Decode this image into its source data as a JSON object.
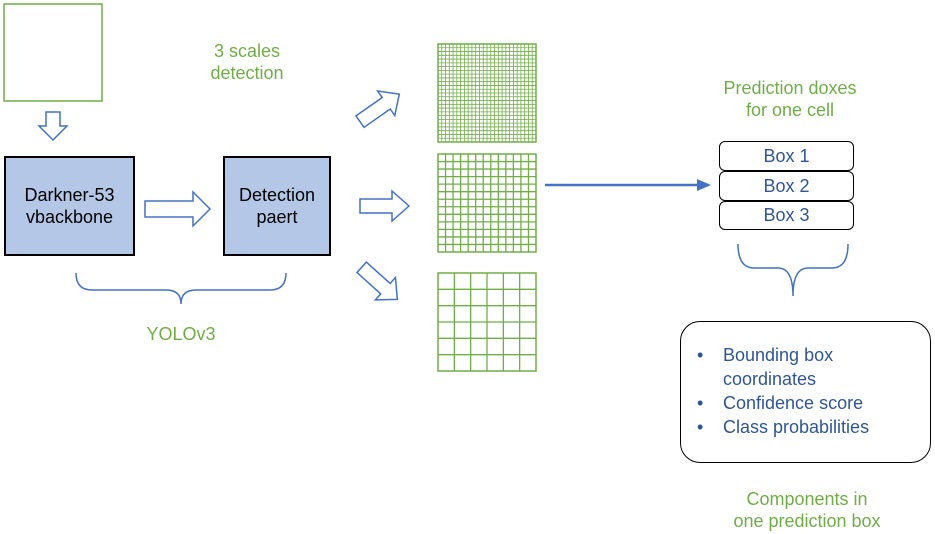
{
  "colors": {
    "green": "#70AD47",
    "blue": "#4472C4",
    "text_blue": "#2F5597",
    "block_fill": "#B4C7E7"
  },
  "scales_label_line1": "3 scales",
  "scales_label_line2": "detection",
  "backbone": {
    "line1": "Darkner-53",
    "line2": "vbackbone"
  },
  "detection": {
    "line1": "Detection",
    "line2": "paert"
  },
  "yolo_label": "YOLOv3",
  "prediction_title": {
    "line1": "Prediction doxes",
    "line2": "for one cell"
  },
  "boxes": [
    "Box 1",
    "Box 2",
    "Box 3"
  ],
  "components": [
    "Bounding box",
    "coordinates",
    "Confidence score",
    "Class probabilities"
  ],
  "components_caption": {
    "line1": "Components in",
    "line2": "one prediction box"
  },
  "grids": [
    {
      "cells": 26
    },
    {
      "cells": 13
    },
    {
      "cells": 6
    }
  ]
}
